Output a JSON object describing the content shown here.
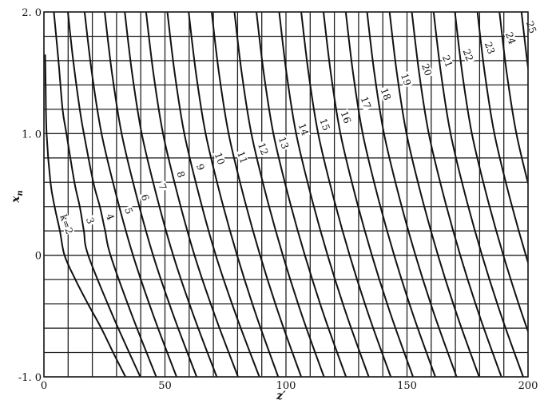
{
  "chart_data": {
    "type": "line",
    "title": "",
    "xlabel": "z′",
    "ylabel": "x",
    "ylabel_sub": "n",
    "xlim": [
      0,
      200
    ],
    "ylim": [
      -1.0,
      2.0
    ],
    "grid": true,
    "grid_step_x": 10,
    "grid_step_y": 0.2,
    "xticks": [
      {
        "value": 0,
        "label": "0"
      },
      {
        "value": 50,
        "label": "50"
      },
      {
        "value": 100,
        "label": "100"
      },
      {
        "value": 150,
        "label": "150"
      },
      {
        "value": 200,
        "label": "200"
      }
    ],
    "yticks": [
      {
        "value": 2.0,
        "label": "2. 0"
      },
      {
        "value": 1.0,
        "label": "1. 0"
      },
      {
        "value": 0,
        "label": "0"
      },
      {
        "value": -1.0,
        "label": "-1. 0"
      }
    ],
    "series": [
      {
        "name": "k=2",
        "label": "k=2",
        "label_at_xn": 0.25,
        "xn": [
          1.65,
          1.4,
          1.0,
          0.6,
          0.4,
          0.2,
          0,
          -0.2,
          -0.4,
          -0.6,
          -0.8,
          -1.0
        ],
        "z": [
          0.5,
          0.7,
          1.1,
          2.7,
          4.4,
          6.6,
          8.5,
          13.0,
          18.2,
          23.7,
          28.6,
          33.7
        ]
      },
      {
        "name": "k=3",
        "label": "3",
        "label_at_xn": 0.28,
        "xn": [
          2.0,
          1.6,
          1.2,
          1.0,
          0.6,
          0.4,
          0.2,
          0,
          -0.5,
          -1.0
        ],
        "z": [
          4.1,
          6.0,
          7.7,
          9.3,
          12.6,
          14.8,
          16.5,
          18.3,
          28.5,
          39.8
        ]
      },
      {
        "name": "k=4",
        "label": "4",
        "label_at_xn": 0.31,
        "xn": [
          2.0,
          1.6,
          1.2,
          1.0,
          0.6,
          0.4,
          0.2,
          0,
          -0.5,
          -1.0
        ],
        "z": [
          9.9,
          12.1,
          14.8,
          16.5,
          20.4,
          23.1,
          25.3,
          27.5,
          36.5,
          46.4
        ]
      },
      {
        "name": "k=5",
        "label": "5",
        "label_at_xn": 0.36,
        "xn": [
          -1,
          -0.5,
          0,
          0.5,
          1,
          1.5,
          2
        ],
        "z": [
          54.8,
          45.3,
          36.8,
          29.8,
          23.8,
          19.8,
          16.8
        ]
      },
      {
        "name": "k=6",
        "label": "6",
        "label_at_xn": 0.47,
        "xn": [
          -1,
          -0.5,
          0,
          0.5,
          1,
          1.5,
          2
        ],
        "z": [
          63.1,
          53.6,
          45.1,
          38.1,
          32.1,
          28.1,
          25.1
        ]
      },
      {
        "name": "k=7",
        "label": "7",
        "label_at_xn": 0.56,
        "xn": [
          -1,
          -0.5,
          0,
          0.5,
          1,
          1.5,
          2
        ],
        "z": [
          71.4,
          61.9,
          53.4,
          46.4,
          40.4,
          36.4,
          33.4
        ]
      },
      {
        "name": "k=8",
        "label": "8",
        "label_at_xn": 0.66,
        "xn": [
          -1,
          -0.5,
          0,
          0.5,
          1,
          1.5,
          2
        ],
        "z": [
          80.2,
          70.7,
          62.2,
          55.2,
          49.2,
          45.2,
          42.2
        ]
      },
      {
        "name": "k=9",
        "label": "9",
        "label_at_xn": 0.72,
        "xn": [
          -1,
          -0.5,
          0,
          0.5,
          1,
          1.5,
          2
        ],
        "z": [
          89.0,
          79.5,
          71.0,
          64.0,
          58.0,
          54.0,
          51.0
        ]
      },
      {
        "name": "k=10",
        "label": "10",
        "label_at_xn": 0.79,
        "xn": [
          -1,
          -0.5,
          0,
          0.5,
          1,
          1.5,
          2
        ],
        "z": [
          96.8,
          87.8,
          79.8,
          72.8,
          66.8,
          62.8,
          59.8
        ]
      },
      {
        "name": "k=11",
        "label": "11",
        "label_at_xn": 0.8,
        "xn": [
          -1,
          -0.5,
          0,
          0.5,
          1,
          1.5,
          2
        ],
        "z": [
          106.3,
          97.3,
          89.3,
          82.3,
          76.3,
          72.3,
          69.3
        ]
      },
      {
        "name": "k=12",
        "label": "12",
        "label_at_xn": 0.87,
        "xn": [
          -1,
          -0.5,
          0,
          0.5,
          1,
          1.5,
          2
        ],
        "z": [
          115.7,
          106.7,
          98.7,
          91.7,
          85.7,
          81.7,
          78.7
        ]
      },
      {
        "name": "k=13",
        "label": "13",
        "label_at_xn": 0.92,
        "xn": [
          -1,
          -0.5,
          0,
          0.5,
          1,
          1.5,
          2
        ],
        "z": [
          124.8,
          115.8,
          107.8,
          100.8,
          94.8,
          90.8,
          87.8
        ]
      },
      {
        "name": "k=14",
        "label": "14",
        "label_at_xn": 1.03,
        "xn": [
          -1,
          -0.5,
          0,
          0.5,
          1,
          1.5,
          2
        ],
        "z": [
          134.2,
          125.2,
          117.2,
          110.2,
          104.2,
          100.2,
          97.2
        ]
      },
      {
        "name": "k=15",
        "label": "15",
        "label_at_xn": 1.07,
        "xn": [
          -1,
          -0.5,
          0,
          0.5,
          1,
          1.5,
          2
        ],
        "z": [
          143.3,
          134.3,
          126.3,
          119.3,
          113.3,
          109.3,
          106.3
        ]
      },
      {
        "name": "k=16",
        "label": "16",
        "label_at_xn": 1.13,
        "xn": [
          -1,
          -0.5,
          0,
          0.5,
          1,
          1.5,
          2
        ],
        "z": [
          152.5,
          143.5,
          135.5,
          128.5,
          122.5,
          118.5,
          115.5
        ]
      },
      {
        "name": "k=17",
        "label": "17",
        "label_at_xn": 1.25,
        "xn": [
          -1,
          -0.5,
          0,
          0.5,
          1,
          1.5,
          2
        ],
        "z": [
          161.7,
          152.7,
          144.7,
          137.7,
          131.7,
          127.7,
          124.7
        ]
      },
      {
        "name": "k=18",
        "label": "18",
        "label_at_xn": 1.32,
        "xn": [
          -1,
          -0.5,
          0,
          0.5,
          1,
          1.5,
          2
        ],
        "z": [
          170.5,
          161.5,
          153.5,
          146.5,
          140.5,
          136.5,
          133.5
        ]
      },
      {
        "name": "k=19",
        "label": "19",
        "label_at_xn": 1.44,
        "xn": [
          -1,
          -0.5,
          0,
          0.5,
          1,
          1.5,
          2
        ],
        "z": [
          179.8,
          170.8,
          162.8,
          155.8,
          149.8,
          145.8,
          142.8
        ]
      },
      {
        "name": "k=20",
        "label": "20",
        "label_at_xn": 1.52,
        "xn": [
          -1,
          -0.5,
          0,
          0.5,
          1,
          1.5,
          2
        ],
        "z": [
          189.0,
          180.0,
          172.0,
          165.0,
          159.0,
          155.0,
          152.0
        ]
      },
      {
        "name": "k=21",
        "label": "21",
        "label_at_xn": 1.59,
        "xn": [
          -1,
          -0.5,
          0,
          0.5,
          1,
          1.5,
          2
        ],
        "z": [
          198.0,
          189.0,
          181.0,
          174.0,
          168.0,
          164.0,
          161.0
        ]
      },
      {
        "name": "k=22",
        "label": "22",
        "label_at_xn": 1.64,
        "xn": [
          -1,
          -0.5,
          0,
          0.5,
          1,
          1.5,
          2
        ],
        "z": [
          206.8,
          197.8,
          189.8,
          182.8,
          176.8,
          172.8,
          169.8
        ]
      },
      {
        "name": "k=23",
        "label": "23",
        "label_at_xn": 1.7,
        "xn": [
          -1,
          -0.5,
          0,
          0.5,
          1,
          1.5,
          2
        ],
        "z": [
          216.1,
          207.1,
          199.1,
          192.1,
          186.1,
          182.1,
          179.1
        ]
      },
      {
        "name": "k=24",
        "label": "24",
        "label_at_xn": 1.78,
        "xn": [
          -1,
          -0.5,
          0,
          0.5,
          1,
          1.5,
          2
        ],
        "z": [
          225.2,
          216.2,
          208.2,
          201.2,
          195.2,
          191.2,
          188.2
        ]
      },
      {
        "name": "k=25",
        "label": "25",
        "label_at_xn": 1.87,
        "xn": [
          -1,
          -0.5,
          0,
          0.5,
          1,
          1.5,
          2
        ],
        "z": [
          234.3,
          225.3,
          217.3,
          210.3,
          204.3,
          200.3,
          197.3
        ]
      }
    ],
    "colors": {
      "line": "#111111",
      "grid": "#222222",
      "background": "#ffffff"
    }
  }
}
